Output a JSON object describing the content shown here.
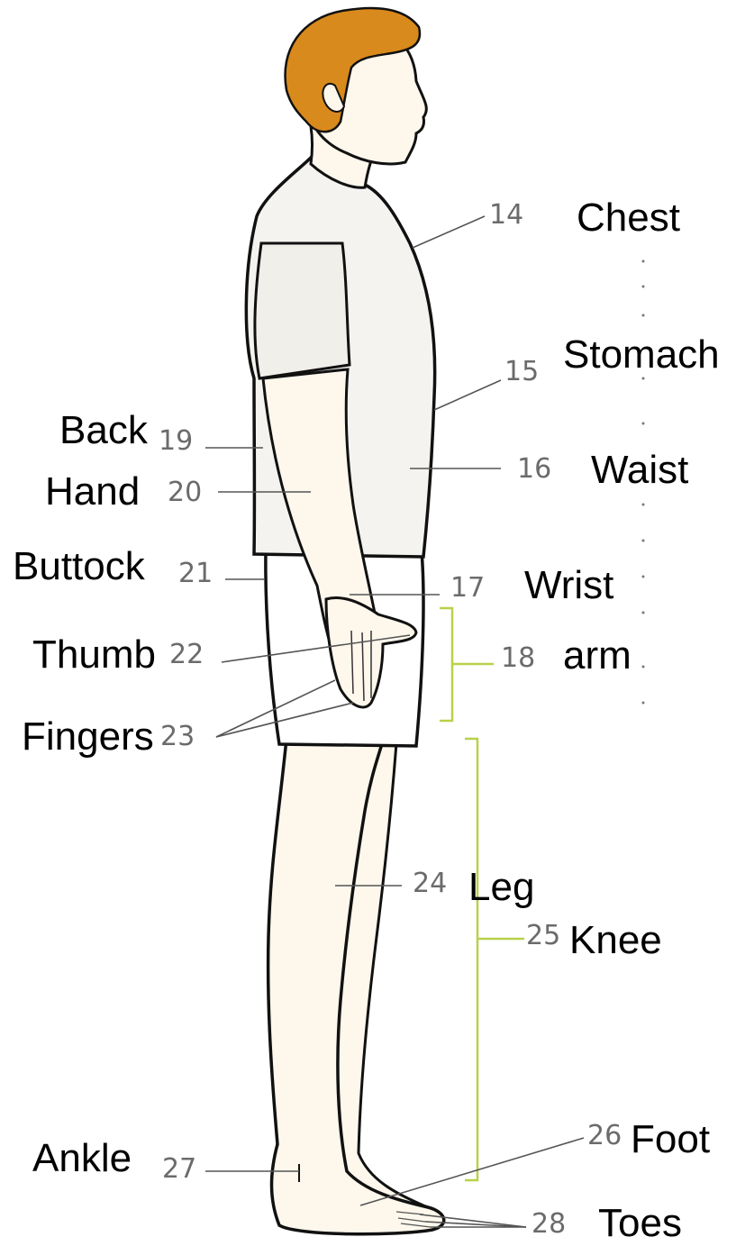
{
  "labels": {
    "chest": {
      "num": "14",
      "word": "Chest"
    },
    "stomach": {
      "num": "15",
      "word": "Stomach"
    },
    "waist": {
      "num": "16",
      "word": "Waist"
    },
    "wrist": {
      "num": "17",
      "word": "Wrist"
    },
    "arm": {
      "num": "18",
      "word": "arm"
    },
    "back": {
      "num": "19",
      "word": "Back"
    },
    "hand": {
      "num": "20",
      "word": "Hand"
    },
    "buttock": {
      "num": "21",
      "word": "Buttock"
    },
    "thumb": {
      "num": "22",
      "word": "Thumb"
    },
    "fingers": {
      "num": "23",
      "word": "Fingers"
    },
    "leg": {
      "num": "24",
      "word": "Leg"
    },
    "knee": {
      "num": "25",
      "word": "Knee"
    },
    "foot": {
      "num": "26",
      "word": "Foot"
    },
    "ankle": {
      "num": "27",
      "word": "Ankle"
    },
    "toes": {
      "num": "28",
      "word": "Toes"
    }
  },
  "colors": {
    "hair": "#d98a1c",
    "skin": "#fdf7ec",
    "shirt": "#f4f3ef",
    "outline": "#111111",
    "leader": "#555555",
    "bracket": "#b7d14a"
  }
}
